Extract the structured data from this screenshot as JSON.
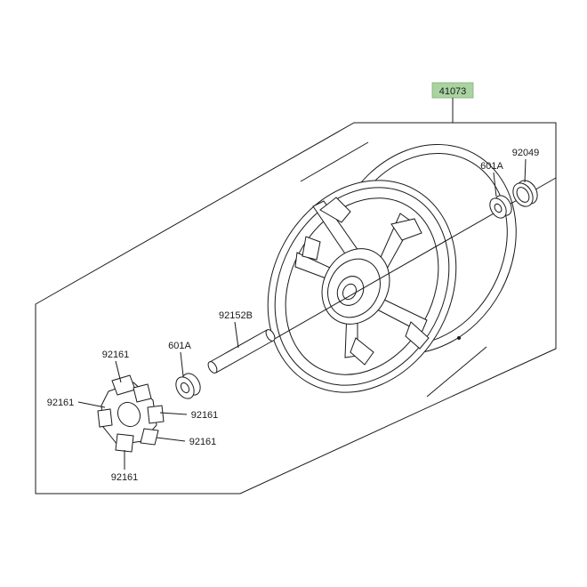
{
  "diagram": {
    "assembly_label": "41073",
    "highlight_color": "#a9d4a1",
    "callouts": {
      "seal_right": "92049",
      "bearing_right": "601A",
      "spacer": "92152B",
      "bearing_left": "601A",
      "damper_top": "92161",
      "damper_left": "92161",
      "damper_mid_right": "92161",
      "damper_low_right": "92161",
      "damper_bottom": "92161"
    }
  }
}
